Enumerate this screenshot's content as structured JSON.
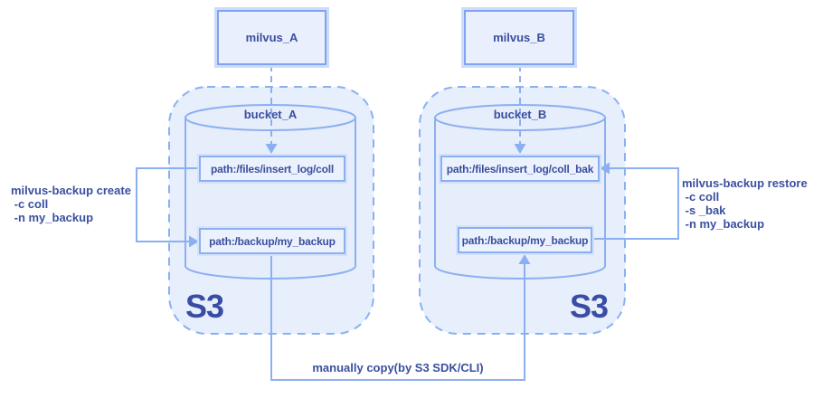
{
  "diagram": {
    "left": {
      "milvus": "milvus_A",
      "bucket": "bucket_A",
      "s3": "S3",
      "path_files": "path:/files/insert_log/coll",
      "path_backup": "path:/backup/my_backup",
      "command": {
        "line1": "milvus-backup create",
        "line2": " -c coll",
        "line3": " -n my_backup"
      }
    },
    "right": {
      "milvus": "milvus_B",
      "bucket": "bucket_B",
      "s3": "S3",
      "path_files": "path:/files/insert_log/coll_bak",
      "path_backup": "path:/backup/my_backup",
      "command": {
        "line1": "milvus-backup restore",
        "line2": " -c coll",
        "line3": " -s _bak",
        "line4": " -n my_backup"
      }
    },
    "bottom_label": "manually copy(by S3 SDK/CLI)",
    "colors": {
      "line": "#8bb0f2",
      "container_fill": "#e7eefc",
      "box_fill": "#ecf2fd",
      "node_fill": "#e9effc",
      "text": "#3a4fa0"
    }
  }
}
